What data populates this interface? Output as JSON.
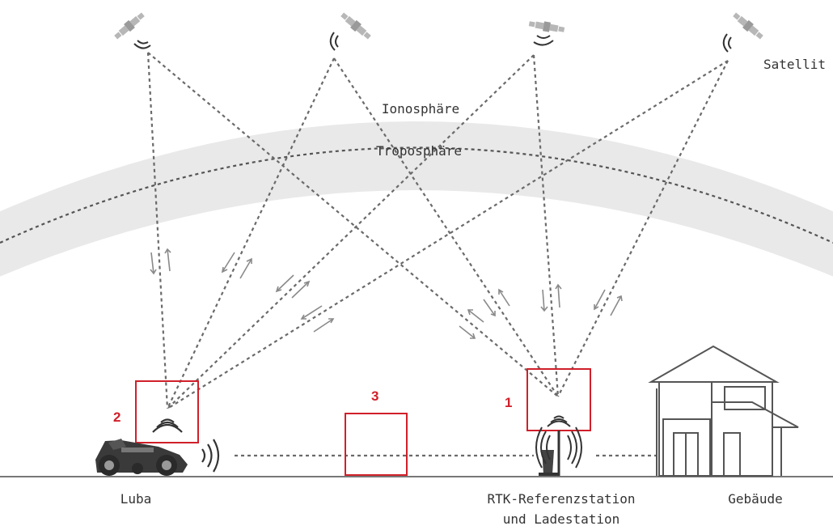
{
  "labels": {
    "satellite": "Satellit",
    "ionosphere": "Ionosphäre",
    "troposphere": "Troposphäre",
    "luba": "Luba",
    "rtk_line1": "RTK-Referenzstation",
    "rtk_line2": "und Ladestation",
    "building": "Gebäude"
  },
  "markers": {
    "m1": "1",
    "m2": "2",
    "m3": "3"
  },
  "colors": {
    "marker_red": "#d0202a",
    "atmosphere_band": "#e9e9e9",
    "signal_line": "#6a6a6a"
  },
  "icons": [
    "satellite-icon",
    "signal-wave-icon",
    "mower-icon",
    "antenna-icon",
    "house-icon"
  ]
}
